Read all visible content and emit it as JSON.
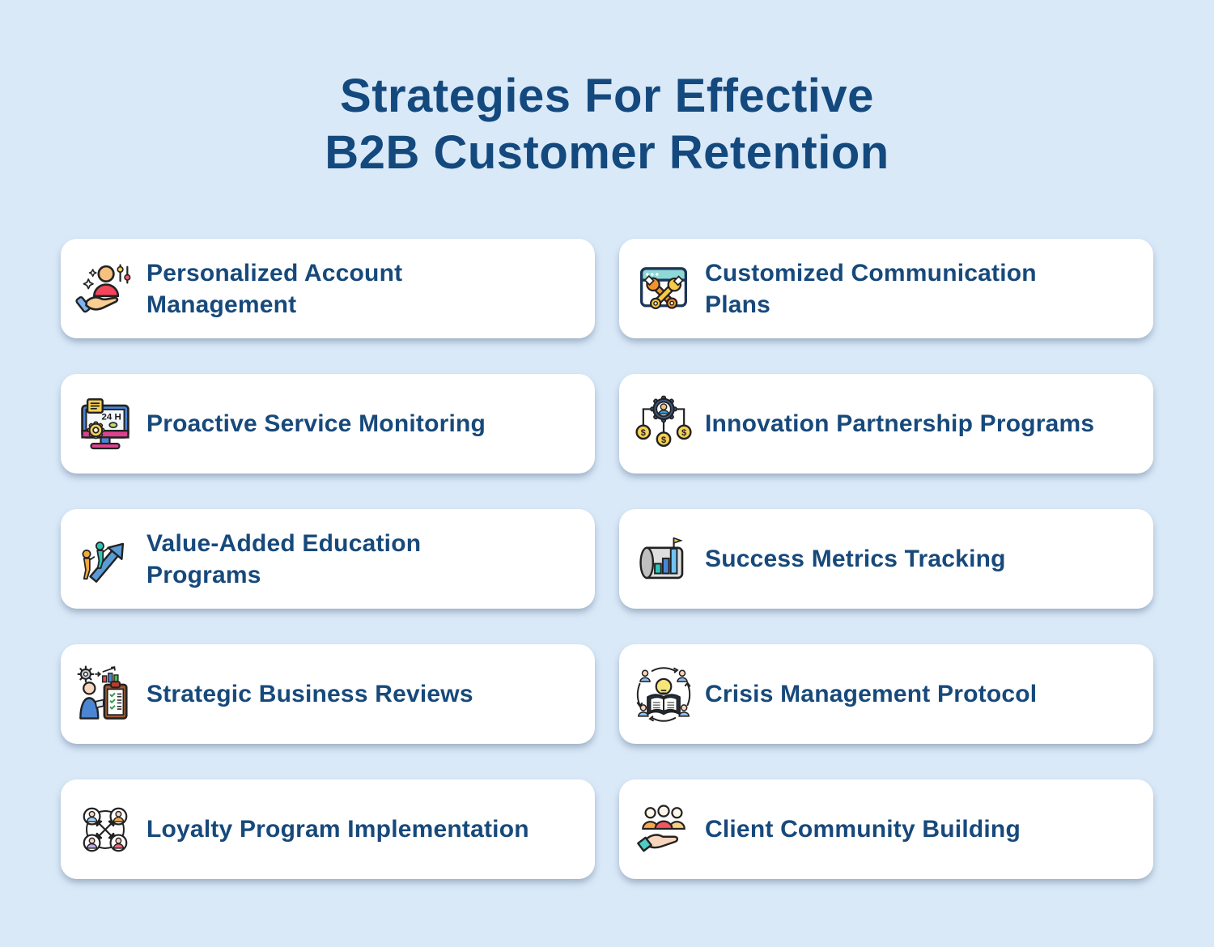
{
  "colors": {
    "background": "#D9E9F8",
    "card_background": "#FFFFFF",
    "title_text": "#14497E",
    "card_text": "#17497B",
    "card_shadow": "rgba(100,120,150,0.55)"
  },
  "header": {
    "title_line1": "Strategies For Effective",
    "title_line2": "B2B Customer Retention"
  },
  "cards": [
    {
      "label": "Personalized Account Management",
      "icon": "hand-holding-person-icon"
    },
    {
      "label": "Customized Communication Plans",
      "icon": "browser-wrenches-icon"
    },
    {
      "label": "Proactive Service Monitoring",
      "icon": "monitor-24h-icon"
    },
    {
      "label": "Innovation Partnership Programs",
      "icon": "gear-person-coins-icon"
    },
    {
      "label": "Value-Added Education Programs",
      "icon": "growth-arrow-climbers-icon"
    },
    {
      "label": "Success Metrics Tracking",
      "icon": "chart-scroll-flag-icon"
    },
    {
      "label": "Strategic Business Reviews",
      "icon": "person-checklist-chart-icon"
    },
    {
      "label": "Crisis Management Protocol",
      "icon": "book-lightbulb-team-icon"
    },
    {
      "label": "Loyalty Program Implementation",
      "icon": "connected-avatars-icon"
    },
    {
      "label": "Client Community Building",
      "icon": "hand-holding-group-icon"
    }
  ],
  "icon_text": {
    "monitor_label": "24 H",
    "coin_symbol": "$"
  }
}
